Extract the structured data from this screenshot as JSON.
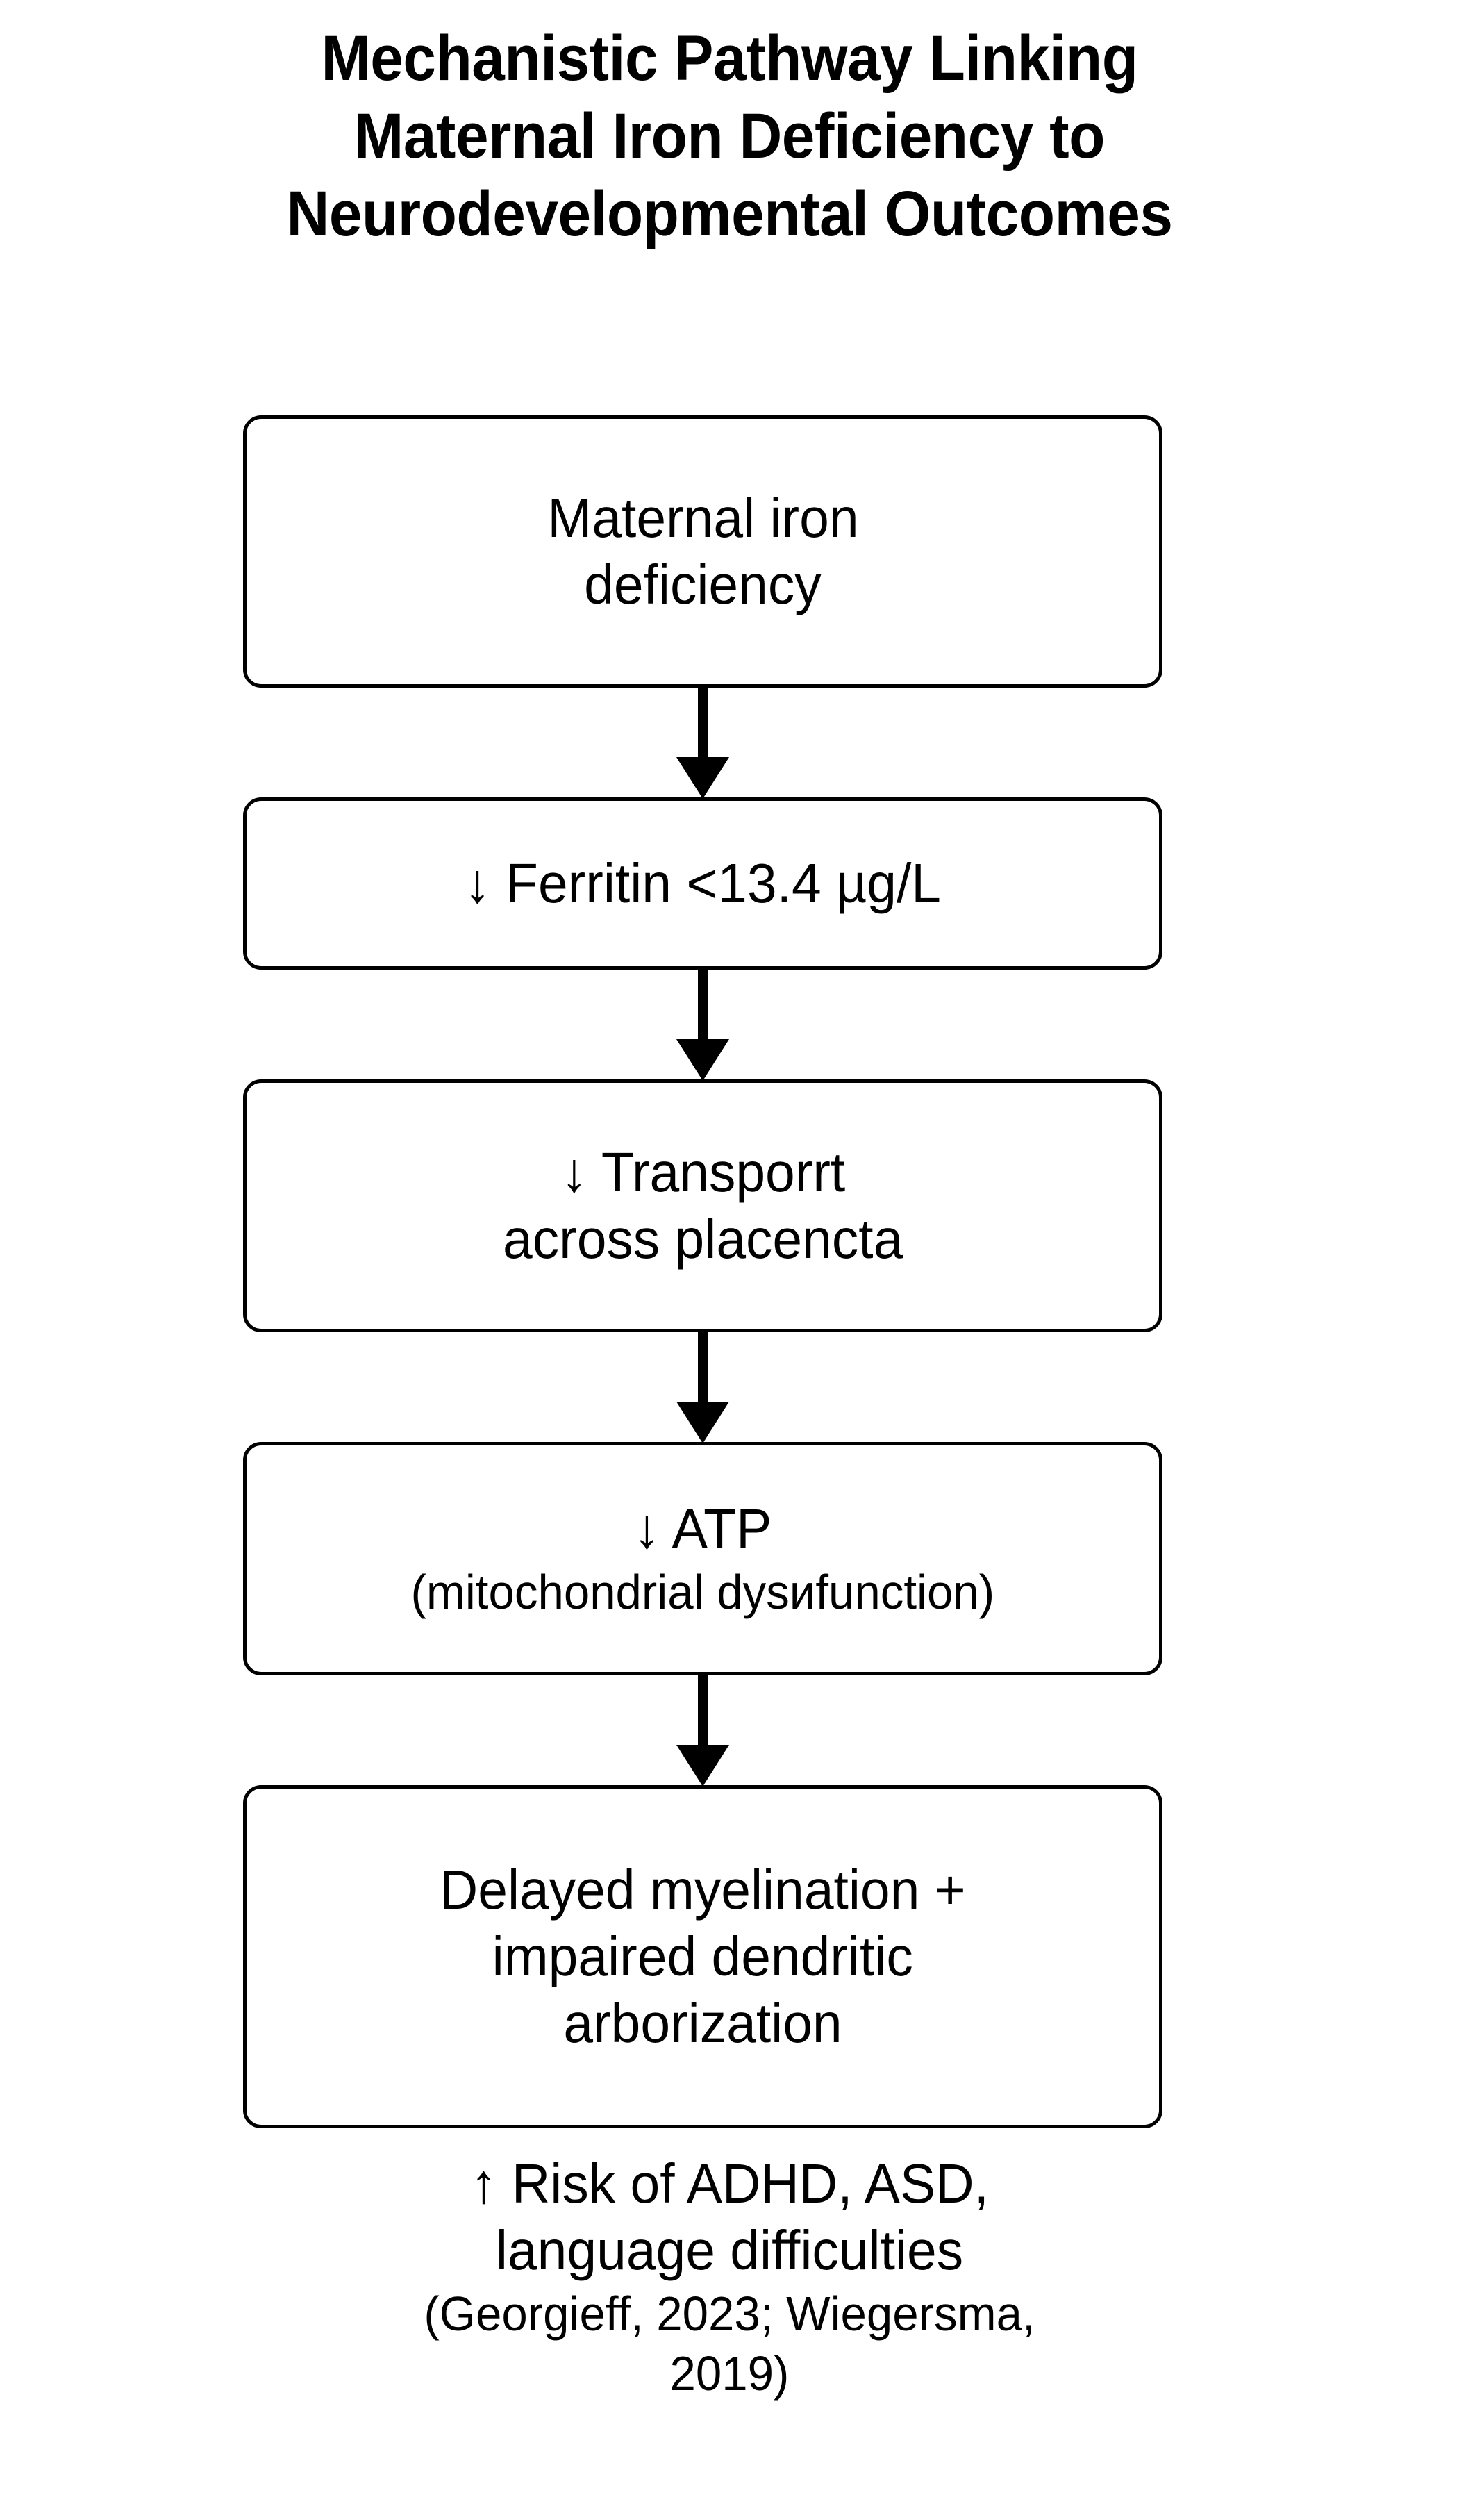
{
  "figure": {
    "title_lines": [
      "Mechanistic Pathway Linking",
      "Maternal Iron Deficiency to",
      "Neurodevelopmental Outcomes"
    ]
  },
  "flow": {
    "arrow_icon": "down-arrow-icon",
    "nodes": [
      {
        "id": "maternal-iron-deficiency",
        "lines": [
          "Maternal iron",
          "deficiency"
        ]
      },
      {
        "id": "ferritin",
        "lines": [
          "↓ Ferritin <13.4 µg/L"
        ]
      },
      {
        "id": "placental-transport",
        "lines": [
          "↓ Transporrt",
          "across placencta"
        ]
      },
      {
        "id": "atp",
        "lines": [
          "↓ ATP"
        ],
        "sub_lines": [
          "(mitochondrial dysиfunction)"
        ]
      },
      {
        "id": "myelination-dendritic",
        "lines": [
          "Delayed myelination +",
          "impaired dendritic",
          "arborization"
        ]
      }
    ]
  },
  "caption": {
    "lines": [
      "↑ Risk of ADHD, ASD,",
      "language difficulties"
    ],
    "citation_lines": [
      "(Georgieff, 2023; Wiegersma,",
      "2019)"
    ]
  },
  "colors": {
    "background": "#ffffff",
    "ink": "#000000",
    "node_border": "#000000",
    "node_fill": "#ffffff"
  }
}
